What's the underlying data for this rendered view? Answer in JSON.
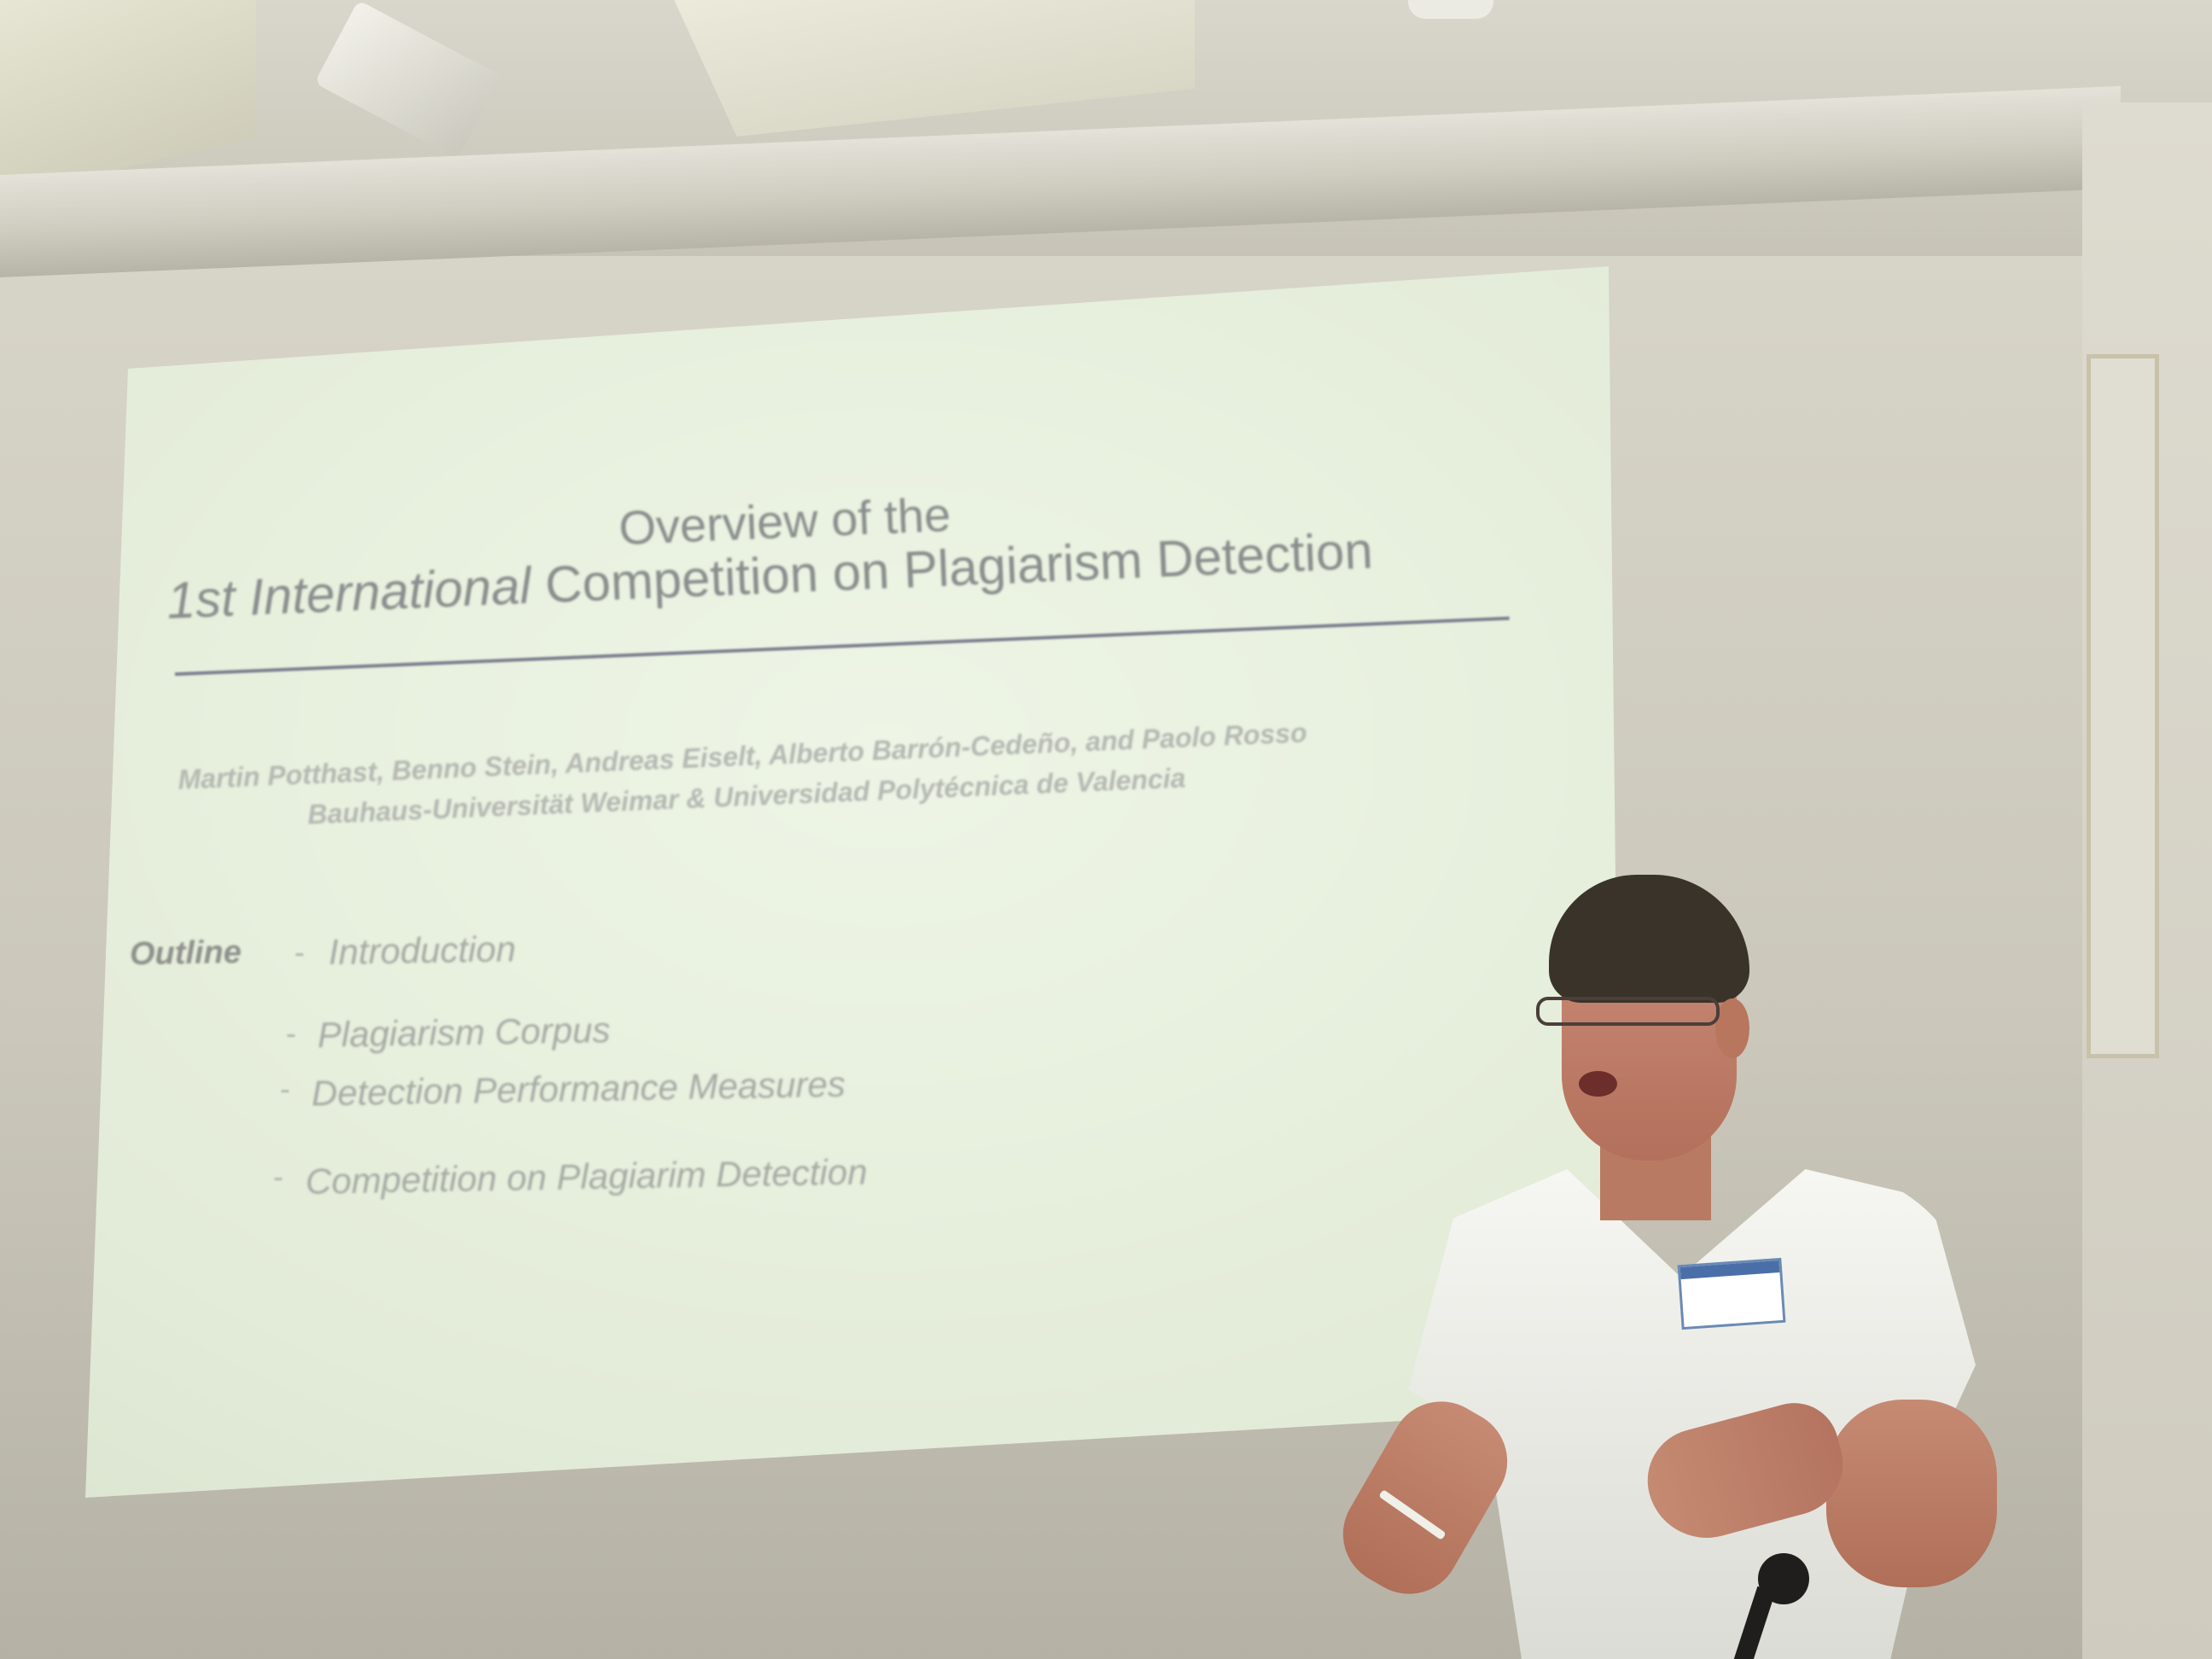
{
  "slide": {
    "title_line1": "Overview of the",
    "title_line2_italic": "1st International",
    "title_line2_plain": " Competition on Plagiarism Detection",
    "authors": "Martin Potthast, Benno Stein, Andreas Eiselt, Alberto Barrón-Cedeño, and Paolo Rosso",
    "affiliation": "Bauhaus-Universität Weimar & Universidad Polytécnica de Valencia",
    "outline_label": "Outline",
    "outline_items": [
      "Introduction",
      "Plagiarism Corpus",
      "Detection Performance Measures",
      "Competition on Plagiarim Detection"
    ],
    "bullet": "-"
  },
  "colors": {
    "slide_background": "#e6eedb",
    "title_text": "#8a8e8d",
    "rule": "#7d7f8f",
    "shirt": "#f2f2ee",
    "badge_accent": "#4a6fa8"
  },
  "icons": [
    "exit-sign-icon",
    "microphone-icon",
    "pen-icon"
  ]
}
